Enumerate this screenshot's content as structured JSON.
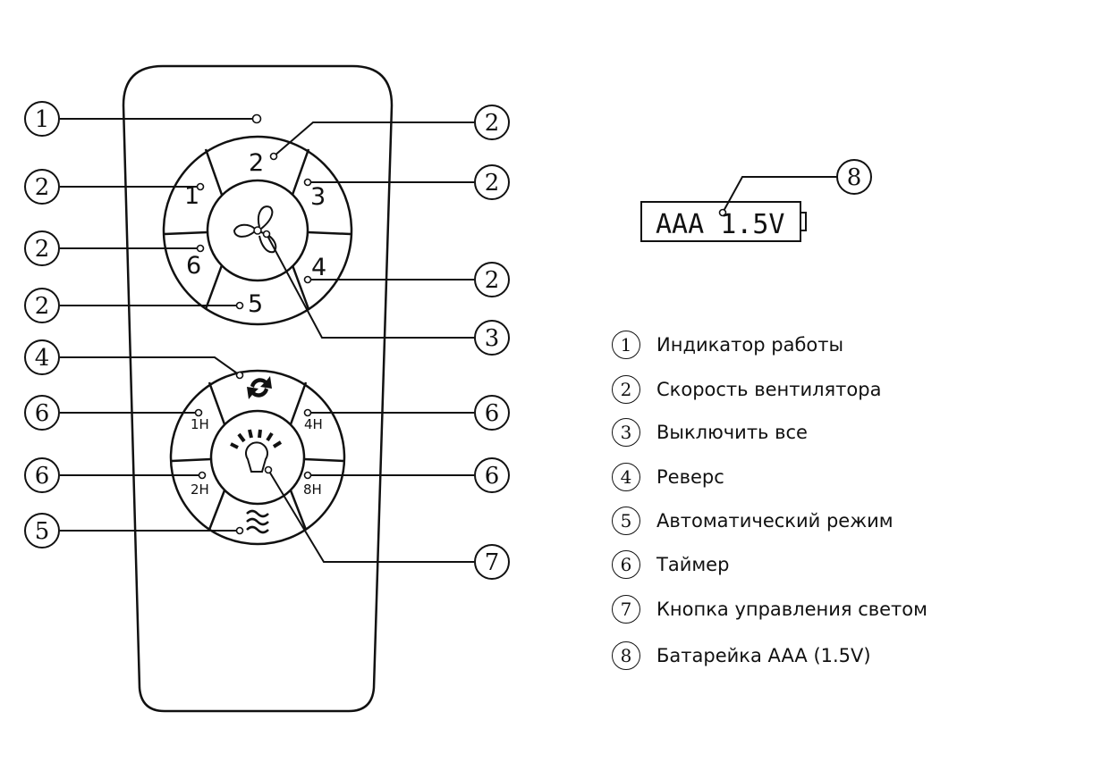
{
  "callouts": [
    "1",
    "2",
    "3",
    "4",
    "5",
    "6",
    "7",
    "8"
  ],
  "keys": {
    "speed1": "1",
    "speed2": "2",
    "speed3": "3",
    "speed4": "4",
    "speed5": "5",
    "speed6": "6",
    "timer1": "1H",
    "timer2": "2H",
    "timer4": "4H",
    "timer8": "8H"
  },
  "battery": {
    "label": "AAA 1.5V"
  },
  "icons": {
    "off": "fan-icon",
    "reverse": "reverse-arrows-icon",
    "auto": "wind-waves-icon",
    "light": "light-bulb-icon"
  },
  "legend": [
    {
      "num": "1",
      "text": "Индикатор работы"
    },
    {
      "num": "2",
      "text": "Скорость вентилятора"
    },
    {
      "num": "3",
      "text": "Выключить все"
    },
    {
      "num": "4",
      "text": "Реверс"
    },
    {
      "num": "5",
      "text": "Автоматический режим"
    },
    {
      "num": "6",
      "text": "Таймер"
    },
    {
      "num": "7",
      "text": "Кнопка управления светом"
    },
    {
      "num": "8",
      "text": "Батарейка AAA (1.5V)"
    }
  ]
}
